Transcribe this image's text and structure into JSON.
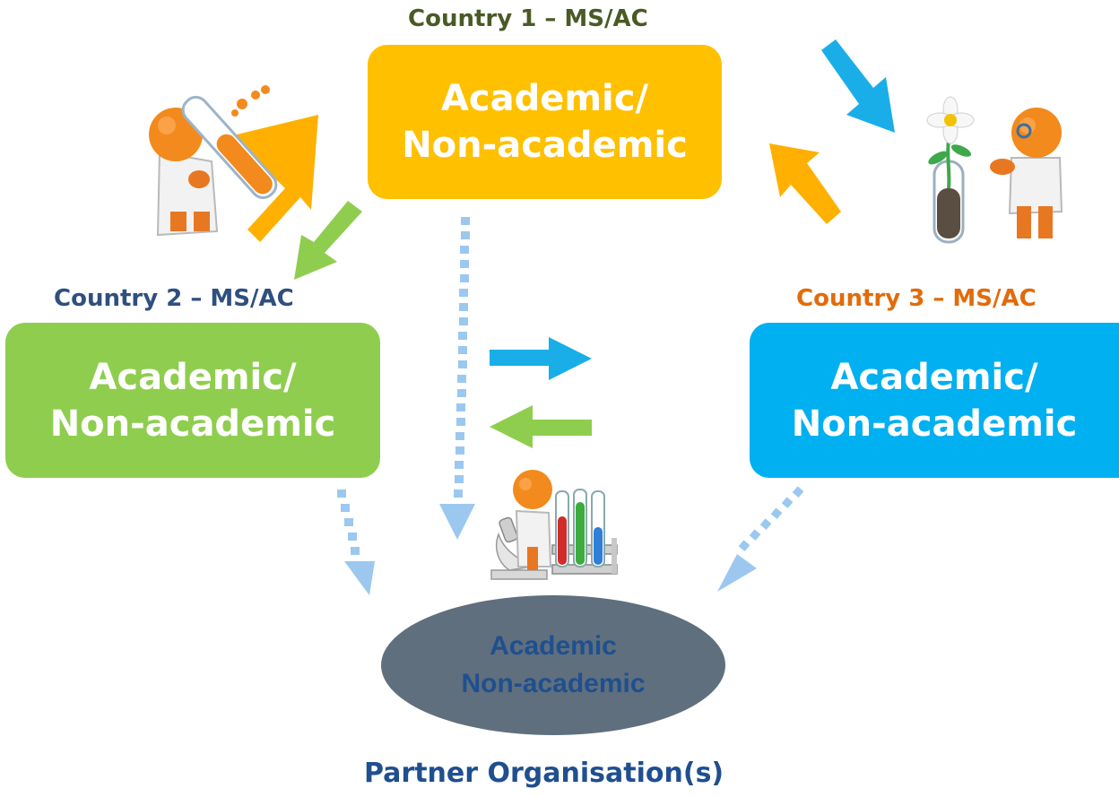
{
  "countries": [
    {
      "label": "Country 1 – MS/AC",
      "color": "#4a5a26",
      "box_line1": "Academic/",
      "box_line2": "Non-academic",
      "box_color": "#ffc000"
    },
    {
      "label": "Country 2 – MS/AC",
      "color": "#2f4f7f",
      "box_line1": "Academic/",
      "box_line2": "Non-academic",
      "box_color": "#8fcd4f"
    },
    {
      "label": "Country 3 – MS/AC",
      "color": "#e26b0a",
      "box_line1": "Academic/",
      "box_line2": "Non-academic",
      "box_color": "#00b0f0"
    }
  ],
  "partner": {
    "line1": "Academic",
    "line2": "Non-academic",
    "fill": "#5f6f7d",
    "text_color": "#1f4f8f",
    "caption": "Partner Organisation(s)",
    "caption_color": "#1f4f8f"
  },
  "arrow_colors": {
    "orange": "#ffb000",
    "green": "#8fcd4f",
    "blue": "#1aaee8",
    "dotted": "#9cc8f0"
  },
  "icons": [
    "scientist-test-tube-icon",
    "scientist-flower-icon",
    "scientist-microscope-icon"
  ]
}
